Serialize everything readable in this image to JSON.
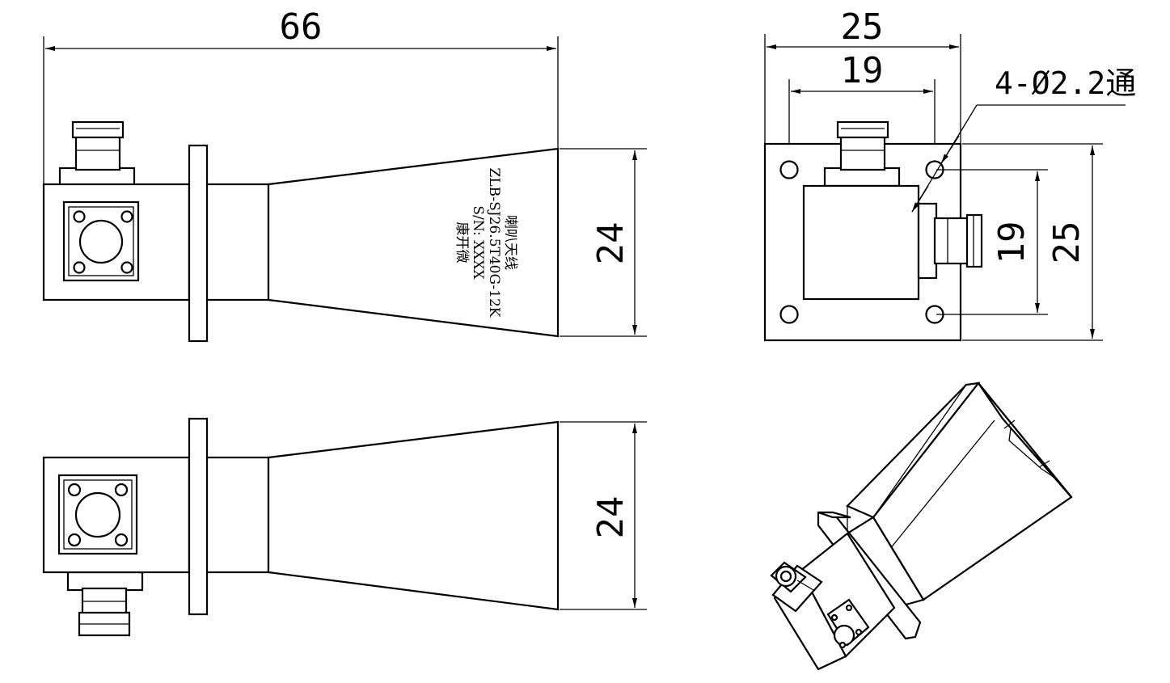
{
  "dimensions": {
    "top_length": "66",
    "horn_aperture_top": "24",
    "horn_aperture_bottom": "24",
    "flange_width": "25",
    "hole_spacing_h": "19",
    "hole_spacing_v": "19",
    "flange_height": "25",
    "hole_note": "4-Ø2.2通"
  },
  "engraving": {
    "line1": "喇叭天线",
    "line2": "ZLB-SJ26.5T40G-12K",
    "line3": "S/N: XXXX",
    "line4": "康开微"
  },
  "icons": {
    "connector": "sma-connector-icon",
    "flange_port": "square-flange-port-icon",
    "mounting_hole": "mounting-hole-icon"
  },
  "colors": {
    "line": "#000000",
    "background": "#ffffff"
  }
}
